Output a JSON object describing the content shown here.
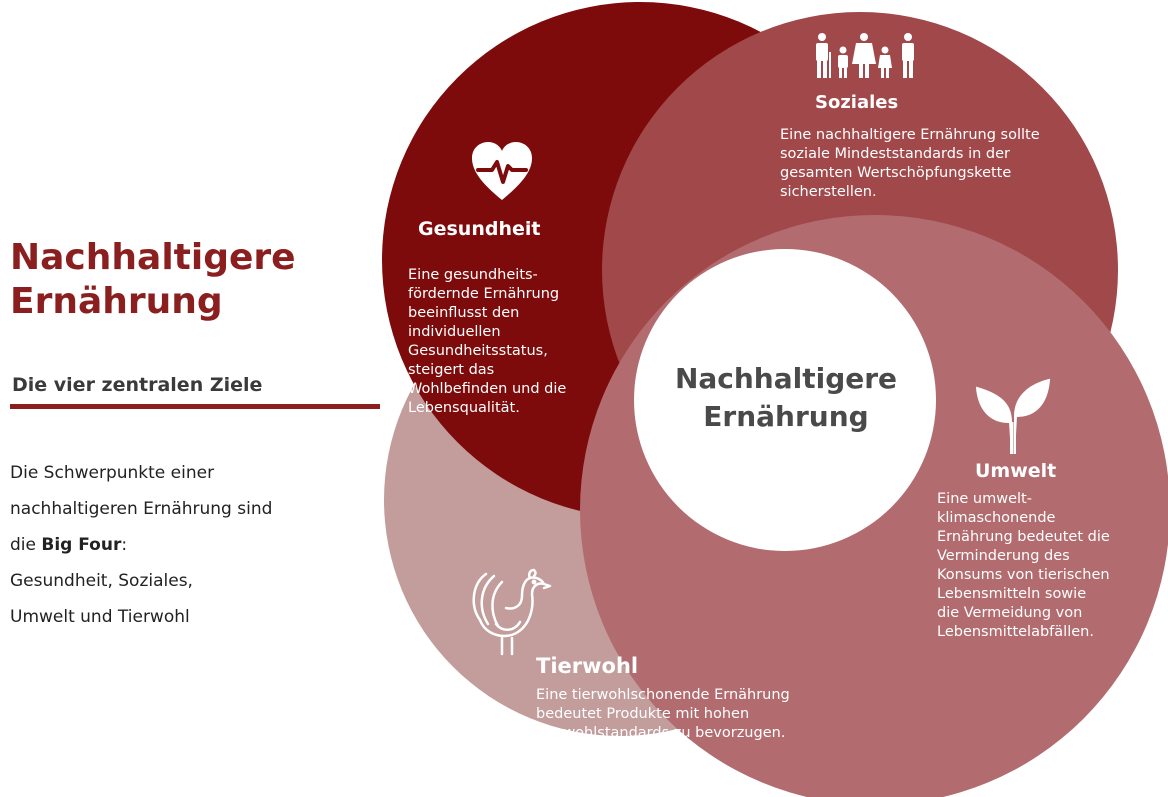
{
  "left_panel": {
    "title_line1": "Nachhaltigere",
    "title_line2": "Ernährung",
    "subtitle": "Die vier zentralen Ziele",
    "body_line1": "Die Schwerpunkte einer",
    "body_line2": "nachhaltigeren Ernährung sind",
    "body_line3_prefix": "die ",
    "body_line3_bold": "Big Four",
    "body_line3_suffix": ":",
    "body_line4": "Gesundheit, Soziales,",
    "body_line5": "Umwelt und Tierwohl"
  },
  "center": {
    "line1": "Nachhaltigere",
    "line2": "Ernährung"
  },
  "regions": {
    "gesundheit": {
      "icon": "heart-pulse-icon",
      "title": "Gesundheit",
      "lines": [
        "Eine gesundheits-",
        "fördernde Ernährung",
        "beeinflusst den",
        "individuellen",
        "Gesundheitsstatus,",
        "steigert das",
        "Wohlbefinden und die",
        "Lebensqualität."
      ]
    },
    "soziales": {
      "icon": "family-icon",
      "title": "Soziales",
      "lines": [
        "Eine nachhaltigere Ernährung sollte",
        "soziale Mindeststandards in der",
        "gesamten Wertschöpfungskette",
        "sicherstellen."
      ]
    },
    "umwelt": {
      "icon": "sprout-icon",
      "title": "Umwelt",
      "lines": [
        "Eine umwelt-",
        "klimaschonende",
        "Ernährung bedeutet die",
        "Verminderung des",
        "Konsums von tierischen",
        "Lebensmitteln  sowie",
        "die Vermeidung von",
        "Lebensmittelabfällen."
      ]
    },
    "tierwohl": {
      "icon": "chicken-icon",
      "title": "Tierwohl",
      "lines": [
        "Eine tierwohlschonende Ernährung",
        "bedeutet Produkte mit hohen",
        "Tierwohlstandards zu bevorzugen."
      ]
    }
  },
  "colors": {
    "accent": "#8b1e1e",
    "gesundheit": "#7e0b0b",
    "soziales": "#a0484a",
    "umwelt": "#b26c6f",
    "tierwohl": "#c39c9c",
    "center_text": "#4a4a4a",
    "body_text": "#222222"
  }
}
